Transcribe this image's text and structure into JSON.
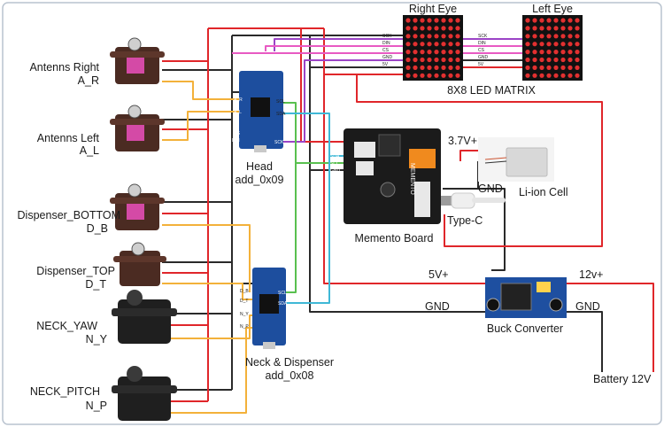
{
  "servos": [
    {
      "name": "Antenns Right",
      "code": "A_R"
    },
    {
      "name": "Antenns Left",
      "code": "A_L"
    },
    {
      "name": "Dispenser_BOTTOM",
      "code": "D_B"
    },
    {
      "name": "Dispenser_TOP",
      "code": "D_T"
    },
    {
      "name": "NECK_YAW",
      "code": "N_Y"
    },
    {
      "name": "NECK_PITCH",
      "code": "N_P"
    }
  ],
  "head_board": {
    "title": "Head",
    "address": "add_0x09",
    "pins_left": [
      "A_R",
      "A_L",
      "DIN",
      "CS"
    ],
    "pins_right": [
      "SCL",
      "SDA",
      "SCK"
    ]
  },
  "neck_board": {
    "title": "Neck & Dispenser",
    "address": "add_0x08",
    "pins_left": [
      "D_B",
      "D_T",
      "N_Y",
      "N_P"
    ],
    "pins_right": [
      "SCL",
      "SDA"
    ]
  },
  "matrix": {
    "right_eye": "Right Eye",
    "left_eye": "Left Eye",
    "caption": "8X8 LED MATRIX",
    "pins": [
      "SCK",
      "DIN",
      "CS",
      "GND",
      "5V"
    ]
  },
  "memento": {
    "caption": "Memento Board",
    "pins": [
      "SDA",
      "SCL",
      "GND"
    ],
    "silk": "MEMENTO"
  },
  "battery_cell": {
    "voltage": "3.7V+",
    "gnd": "GND",
    "caption": "Li-ion Cell"
  },
  "usb": {
    "caption": "Type-C"
  },
  "buck": {
    "caption": "Buck Converter",
    "out_label": "5V+",
    "in_label": "12v+",
    "gnd_left": "GND",
    "gnd_right": "GND"
  },
  "battery": {
    "caption": "Battery 12V"
  },
  "colors": {
    "red": "#e0262a",
    "black": "#2a2a2a",
    "orange": "#f3b13a",
    "purple": "#9b44c6",
    "pink": "#e85ac3",
    "green": "#59c04f",
    "cyan": "#3fb8d6",
    "board": "#1d4e9e"
  }
}
